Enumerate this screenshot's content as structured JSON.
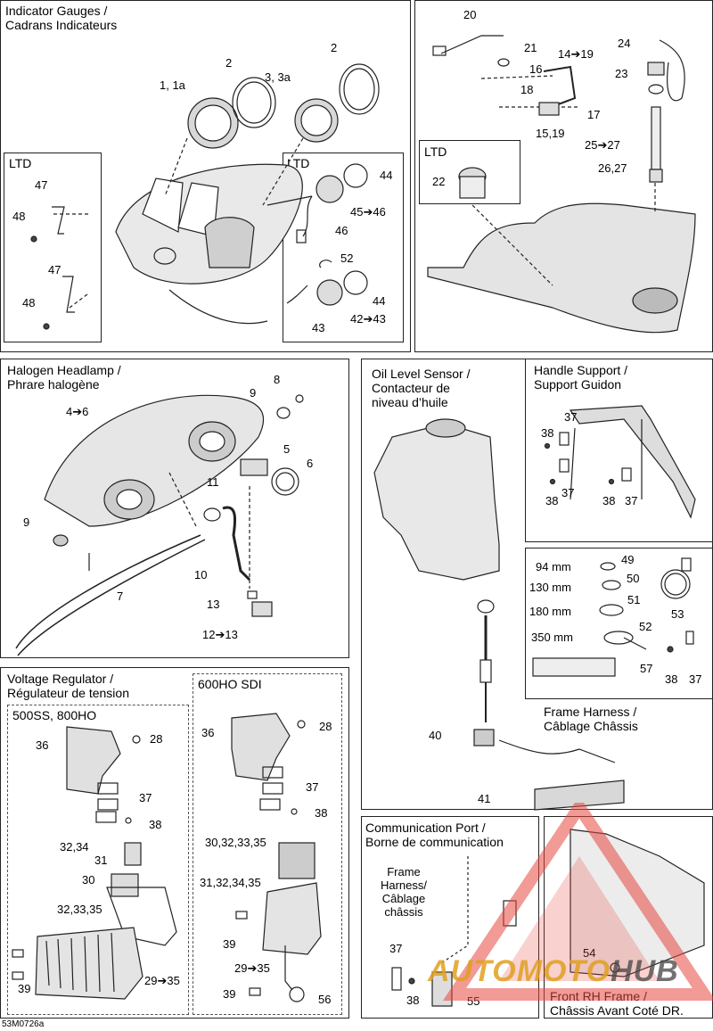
{
  "sections": {
    "gauges": {
      "title": "Indicator Gauges /\nCadrans Indicateurs",
      "ltd_left": "LTD",
      "ltd_right": "LTD"
    },
    "handlebar": {
      "ltd": "LTD"
    },
    "headlamp": {
      "title": "Halogen Headlamp /\nPhrare halogène"
    },
    "oil": {
      "title": "Oil Level Sensor /\nContacteur de\nniveau d’huile"
    },
    "handle_support": {
      "title": "Handle Support /\nSupport Guidon"
    },
    "voltage": {
      "title": "Voltage Regulator /\nRégulateur de tension",
      "sub_left": "500SS, 800HO",
      "sub_right": "600HO SDI"
    },
    "frame_harness": {
      "title": "Frame Harness /\nCâblage Châssis"
    },
    "comm": {
      "title": "Communication Port /\nBorne de communication",
      "frame_label": "Frame\nHarness/\nCâblage\nchâssis"
    },
    "front_frame": {
      "title": "Front RH Frame  /\nChâssis Avant Coté DR."
    }
  },
  "callouts": {
    "g_1": "1, 1a",
    "g_2a": "2",
    "g_3": "3, 3a",
    "g_2b": "2",
    "g_47a": "47",
    "g_48a": "48",
    "g_47b": "47",
    "g_48b": "48",
    "g_44a": "44",
    "g_45": "45➔46",
    "g_46": "46",
    "g_52": "52",
    "g_44b": "44",
    "g_42": "42➔43",
    "g_43": "43",
    "h_20": "20",
    "h_21": "21",
    "h_16": "16",
    "h_18": "18",
    "h_14": "14➔19",
    "h_17": "17",
    "h_15": "15,19",
    "h_24": "24",
    "h_23": "23",
    "h_25": "25➔27",
    "h_26": "26,27",
    "h_22": "22",
    "l_8": "8",
    "l_9a": "9",
    "l_4": "4➔6",
    "l_5": "5",
    "l_6": "6",
    "l_11": "11",
    "l_9b": "9",
    "l_10": "10",
    "l_7": "7",
    "l_13": "13",
    "l_12": "12➔13",
    "s_37a": "37",
    "s_38a": "38",
    "s_37b": "37",
    "s_38b": "38",
    "s_38c": "38",
    "s_37c": "37",
    "c_94": "94 mm",
    "c_49": "49",
    "c_130": "130 mm",
    "c_50": "50",
    "c_180": "180 mm",
    "c_51": "51",
    "c_53": "53",
    "c_350": "350 mm",
    "c_52": "52",
    "c_57": "57",
    "c_38": "38",
    "c_37": "37",
    "o_40": "40",
    "o_41": "41",
    "v_36a": "36",
    "v_28a": "28",
    "v_37a": "37",
    "v_38a": "38",
    "v_3234": "32,34",
    "v_31": "31",
    "v_30": "30",
    "v_323335a": "32,33,35",
    "v_39a": "39",
    "v_29a": "29➔35",
    "v_36b": "36",
    "v_28b": "28",
    "v_37b": "37",
    "v_38b": "38",
    "v_30323335": "30,32,33,35",
    "v_31323435": "31,32,34,35",
    "v_39b": "39",
    "v_29b": "29➔35",
    "v_39c": "39",
    "v_56": "56",
    "p_37": "37",
    "p_38": "38",
    "p_55": "55",
    "f_54": "54"
  },
  "footer_code": "53M0726a",
  "watermark": {
    "text": "AUTOMOTOHUB",
    "color_red": "#e8473f",
    "color_gold": "#e0a020"
  }
}
